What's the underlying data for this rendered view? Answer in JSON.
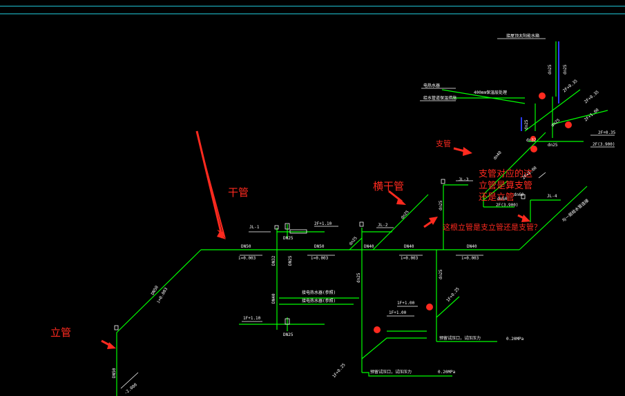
{
  "annotations": {
    "riser": "立管",
    "main_pipe": "干管",
    "horizontal_main": "横干管",
    "branch": "支管",
    "question_a_l1": "支管对应的这",
    "question_a_l2": "立管是算支管",
    "question_a_l3": "还是立管",
    "question_b": "这根立管是支立管还是支管？"
  },
  "pipe_labels": {
    "jl1": "JL-1",
    "jl2": "JL-2",
    "jl3": "JL-3",
    "jl4": "JL-4",
    "dn50_a": "DN50",
    "dn50_b": "DN50",
    "dn50_c": "DN50",
    "dn50_d": "DN50",
    "dn40_a": "DN40",
    "dn40_b": "DN40",
    "dn40_c": "DN40",
    "dn40_d": "DN40",
    "dn32": "DN32",
    "dn25_a": "DN25",
    "dn25_b": "DN25",
    "dn25_c": "DN25",
    "dn25_d": "dn25",
    "dn25_e": "dn25",
    "dn25_f": "dn25",
    "dn25_g": "dn25",
    "dn25_h": "dn25",
    "dn32_b": "dn32",
    "dn40_e": "dn40",
    "dn50_e": "dn50",
    "dn60": "dn60",
    "slope_a": "i=0.003",
    "slope_b": "i=0.003",
    "slope_c": "i=0.003",
    "slope_d": "i=0.003",
    "slope_e": "i=0.003",
    "lvl_2f110": "2F+1.10",
    "lvl_1f110": "1F+1.10",
    "lvl_1f100": "1F+1.00",
    "lvl_1f100b": "1F+1.00",
    "lvl_1f025": "1F+0.25",
    "lvl_1f025b": "1F+0.25",
    "lvl_2f035": "2F+0.35",
    "lvl_2f035b": "2F+0.35",
    "lvl_2f035c": "2F+0.35",
    "lvl_2f100": "2F+1.00",
    "lvl_2f100b": "2F+1.00",
    "lvl_2f3900": "2F(3.900)",
    "lvl_2f3900b": "2F(3.900)",
    "lvl_m2000": "-2.000",
    "pressure_a": "0.20MPa",
    "pressure_b": "0.20MPa",
    "note_pressure_a": "预留试压口，试压压力",
    "note_pressure_b": "预留试压口，试压压力",
    "note_heater_a": "接电热水器(参照)",
    "note_heater_b": "接电热水器(参照)",
    "note_top": "接屋顶太阳能水箱",
    "note_roof1": "电热水器",
    "note_roof2": "给水管道保温措施",
    "note_roof3": "400mm保温层处理",
    "note_jl4": "与一层给水管连接"
  }
}
